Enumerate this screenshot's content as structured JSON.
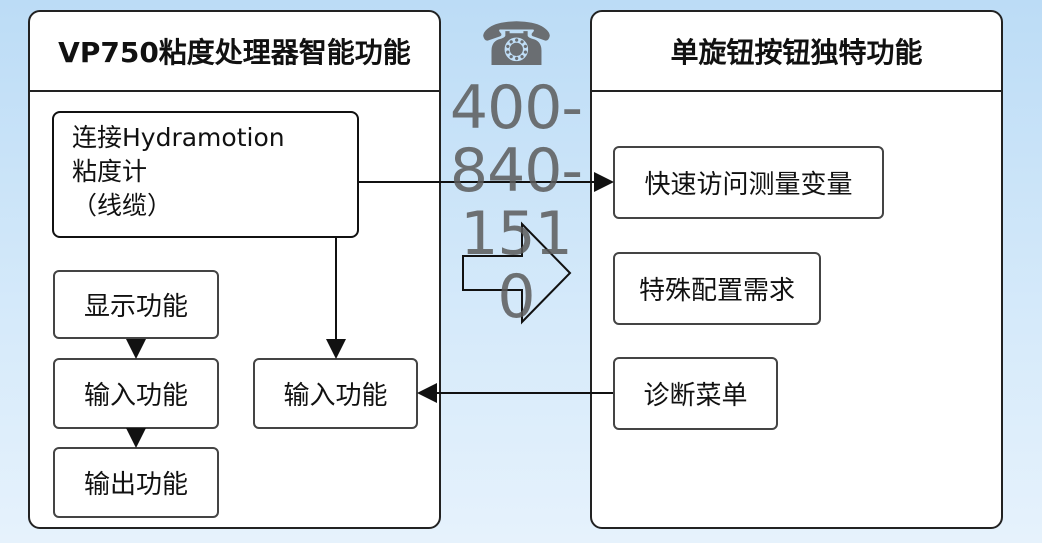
{
  "left_panel": {
    "title": "VP750粘度处理器智能功能",
    "connect_box": {
      "lines": [
        "连接Hydramotion",
        "粘度计",
        "（线缆）"
      ]
    },
    "display": "显示功能",
    "input": "输入功能",
    "output": "输出功能",
    "input_mid": "输入功能"
  },
  "right_panel": {
    "title": "单旋钮按钮独特功能",
    "items": [
      "快速访问测量变量",
      "特殊配置需求",
      "诊断菜单"
    ]
  },
  "watermark": {
    "icon": "telephone-icon",
    "text": "400-840-1510"
  }
}
